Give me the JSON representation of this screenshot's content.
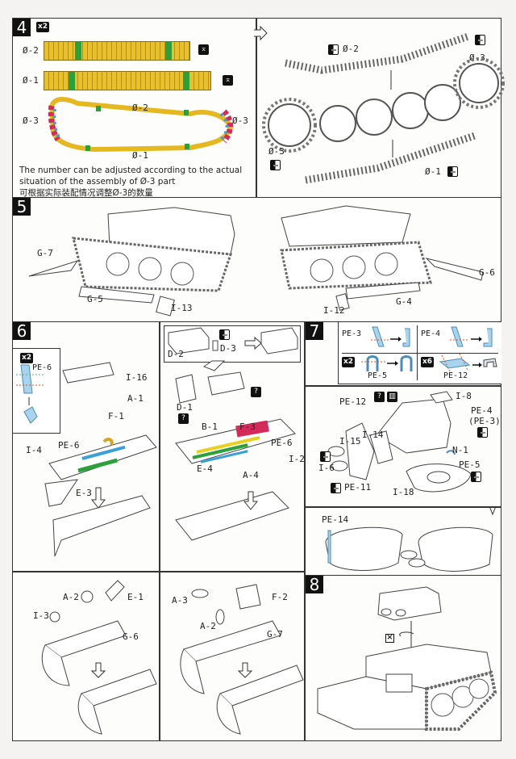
{
  "steps": {
    "s4": {
      "number": "4",
      "multiplier": "x2",
      "labels": {
        "o2": "Ø-2",
        "o1": "Ø-1",
        "o3_left": "Ø-3",
        "o3_right": "Ø-3",
        "loop_top": "Ø-2",
        "loop_bottom": "Ø-1"
      },
      "note_en": "The number can be adjusted according to the actual situation of the  assembly of Ø-3 part",
      "note_zh": "可根据实际装配情况调整Ø-3的数量",
      "right_labels": {
        "o2": "Ø-2",
        "o3_top": "Ø-3",
        "o3_left": "Ø-3",
        "o1": "Ø-1"
      }
    },
    "s5": {
      "number": "5",
      "left_parts": {
        "g7": "G-7",
        "g5": "G-5",
        "i13": "I-13"
      },
      "right_parts": {
        "g6": "G-6",
        "g4": "G-4",
        "i12": "I-12"
      }
    },
    "s6": {
      "number": "6",
      "inset": {
        "multiplier": "x2",
        "part": "PE-6"
      },
      "a": {
        "i16": "I-16",
        "a1": "A-1",
        "f1": "F-1",
        "i4": "I-4",
        "pe6": "PE-6",
        "e3": "E-3"
      },
      "b": {
        "d2": "D-2",
        "d3": "D-3",
        "d1": "D-1",
        "b1": "B-1",
        "f3": "F-3",
        "pe6": "PE-6",
        "i2": "I-2",
        "e4": "E-4",
        "a4": "A-4",
        "q": "?"
      },
      "c": {
        "a2": "A-2",
        "e1": "E-1",
        "i3": "I-3",
        "g6": "G-6"
      },
      "d": {
        "a3": "A-3",
        "f2": "F-2",
        "a2": "A-2",
        "g7": "G-7"
      }
    },
    "s7": {
      "number": "7",
      "bends": [
        {
          "part": "PE-3",
          "mult": ""
        },
        {
          "part": "PE-4",
          "mult": ""
        },
        {
          "part": "PE-5",
          "mult": "x2"
        },
        {
          "part": "PE-12",
          "mult": "x6"
        }
      ],
      "turret": {
        "pe12": "PE-12",
        "i8": "I-8",
        "pe4": "PE-4",
        "pe3": "(PE-3)",
        "i14": "I-14",
        "i15": "I-15",
        "n1": "N-1",
        "i6": "I-6",
        "pe5": "PE-5",
        "pe11": "PE-11",
        "i18": "I-18",
        "q": "?"
      },
      "detail": {
        "pe14": "PE-14"
      }
    },
    "s8": {
      "number": "8"
    }
  }
}
